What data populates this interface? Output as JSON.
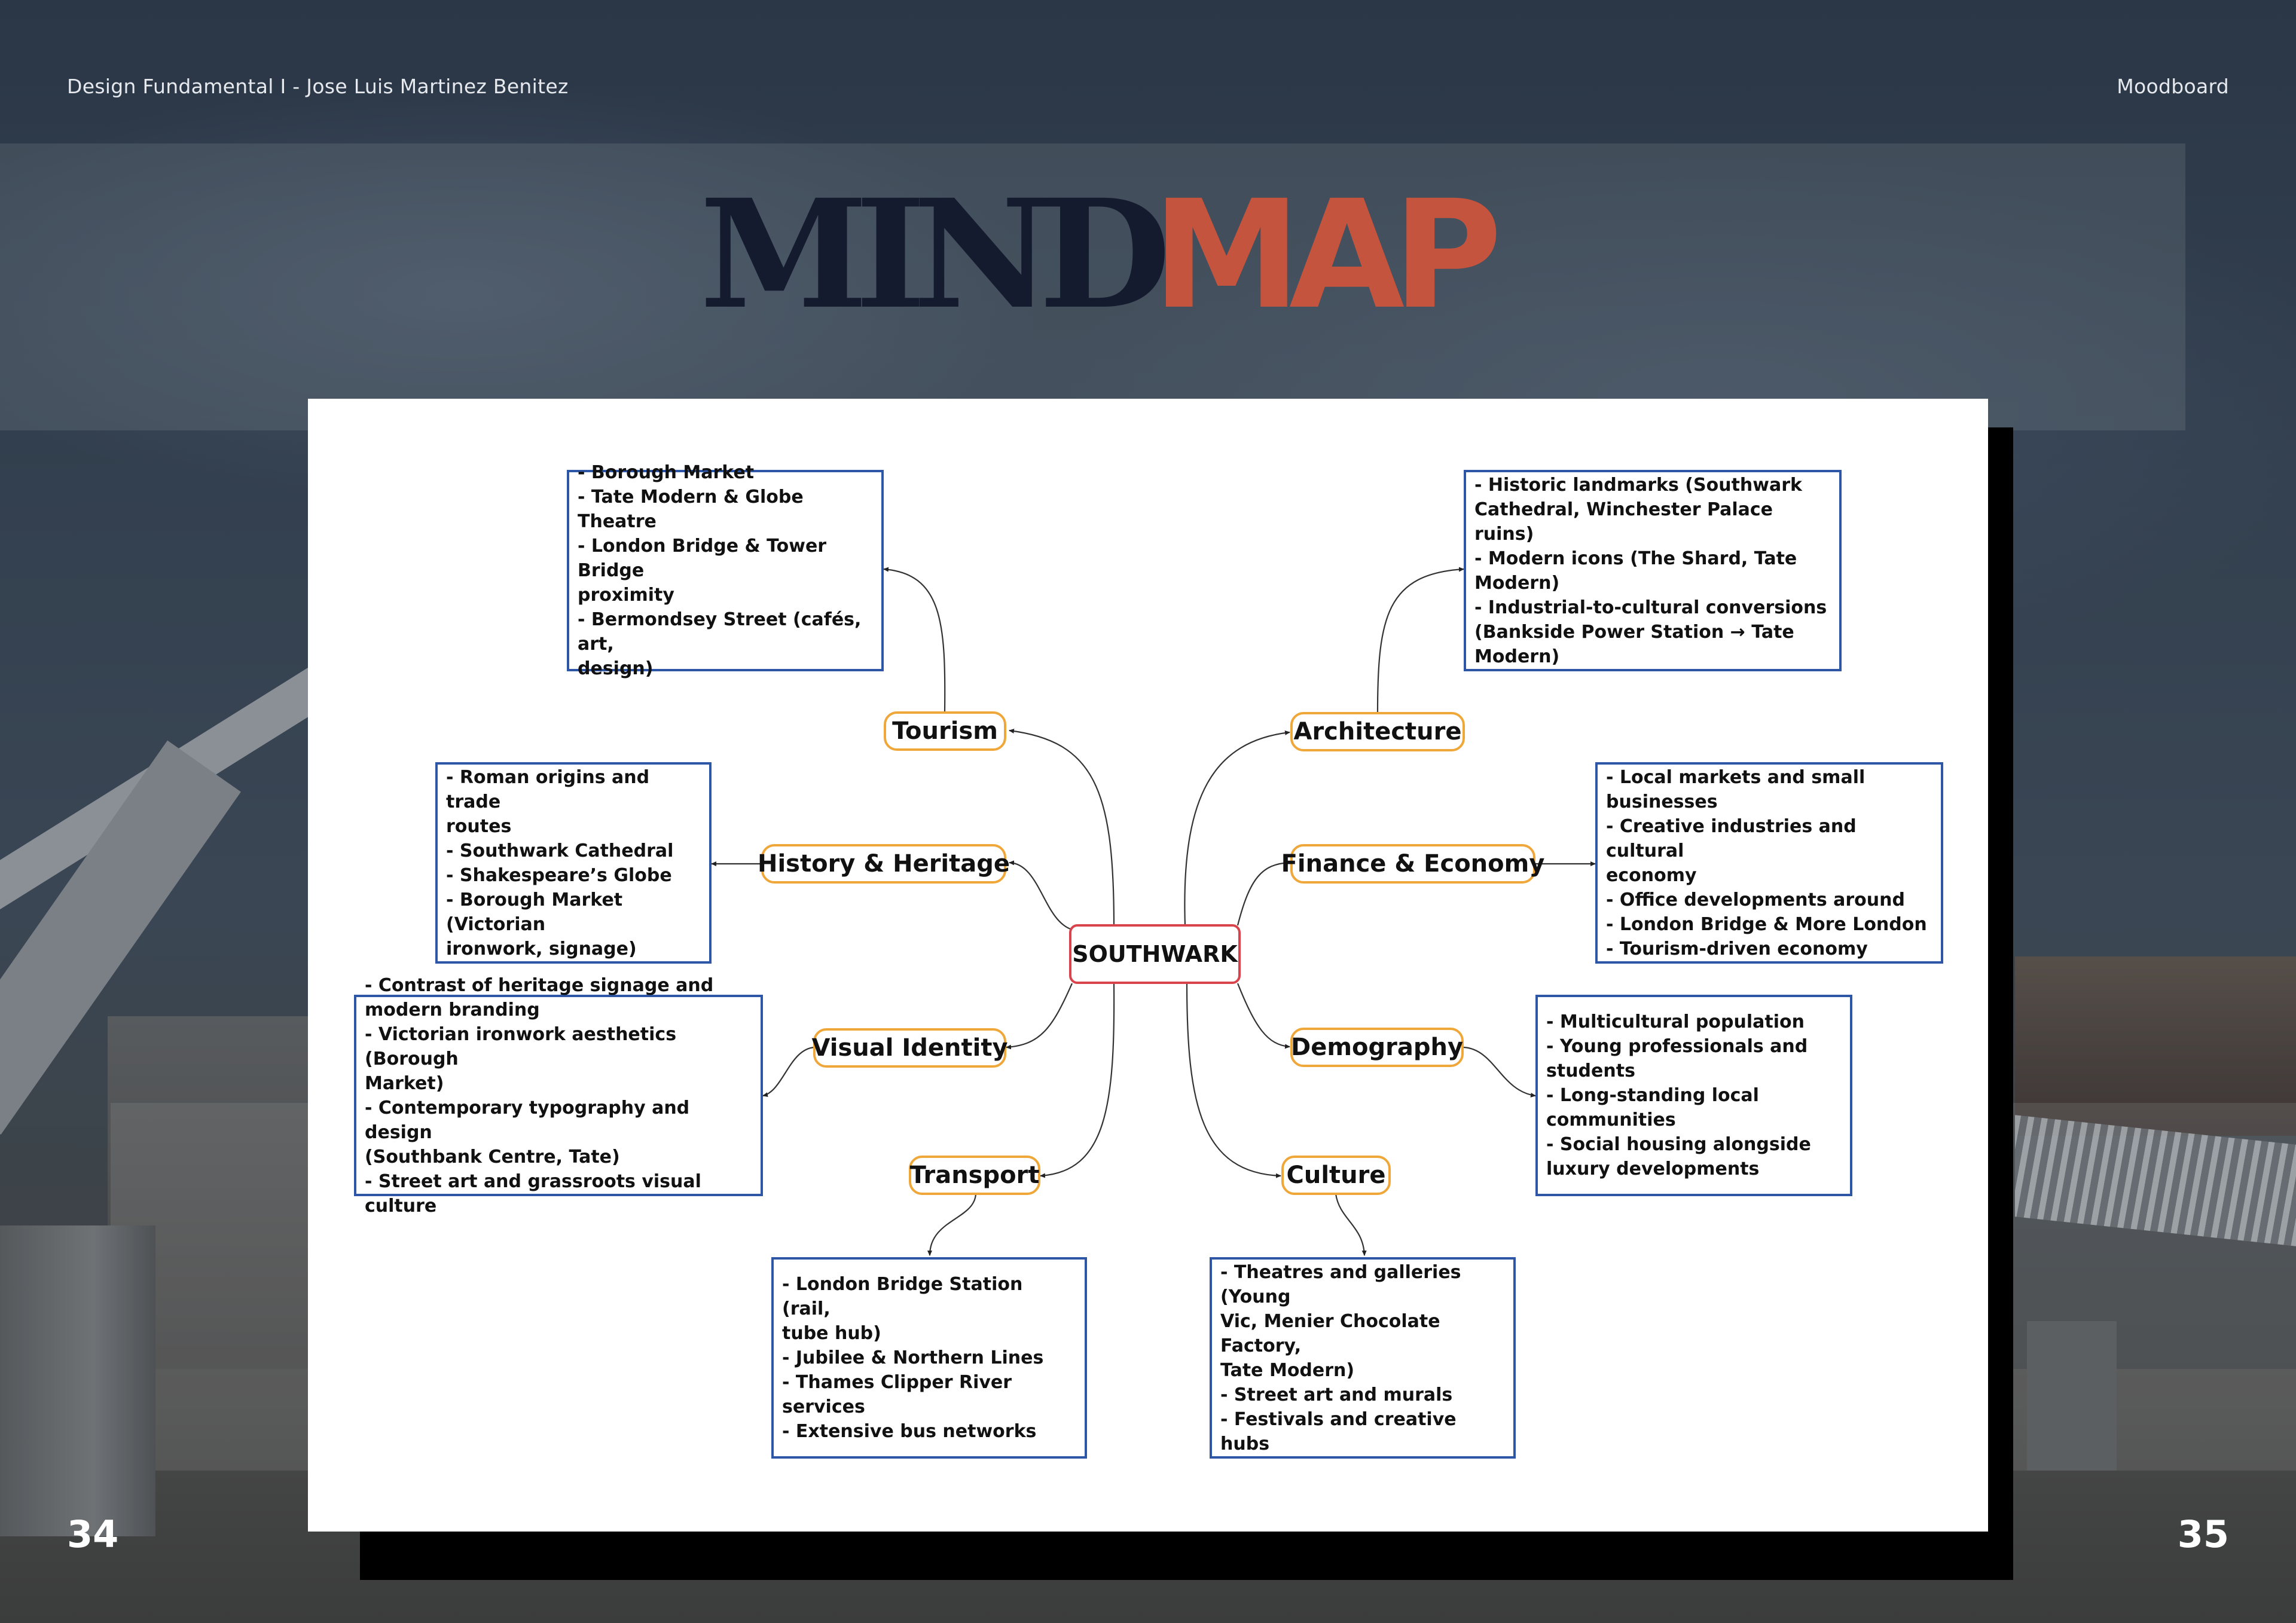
{
  "header": {
    "left": "Design Fundamental I - Jose Luis Martinez Benitez",
    "right": "Moodboard"
  },
  "title": {
    "part1": "MIND",
    "part2": "MAP"
  },
  "pages": {
    "left": "34",
    "right": "35"
  },
  "colors": {
    "title_dark": "#141b2e",
    "title_accent": "#c4543e",
    "node_border": "#f0a73a",
    "center_border": "#d9434b",
    "box_border": "#2d56a6"
  },
  "mindmap": {
    "center": "SOUTHWARK",
    "branches": {
      "tourism": {
        "label": "Tourism",
        "details": [
          "- Borough Market",
          "- Tate Modern & Globe Theatre",
          "- London Bridge & Tower Bridge",
          "proximity",
          "- Bermondsey Street (cafés, art,",
          "design)"
        ]
      },
      "architecture": {
        "label": "Architecture",
        "details": [
          "- Historic landmarks (Southwark",
          "Cathedral, Winchester Palace ruins)",
          "- Modern icons (The Shard, Tate",
          "Modern)",
          "- Industrial-to-cultural conversions",
          "(Bankside Power Station → Tate",
          "Modern)"
        ]
      },
      "history": {
        "label": "History & Heritage",
        "details": [
          "- Roman origins and trade",
          "routes",
          "- Southwark Cathedral",
          "- Shakespeare’s Globe",
          "- Borough Market (Victorian",
          "ironwork, signage)"
        ]
      },
      "finance": {
        "label": "Finance & Economy",
        "details": [
          "- Local markets and small",
          "businesses",
          "-  Creative industries and cultural",
          "economy",
          "- Office developments around",
          "- London Bridge & More London",
          "- Tourism-driven economy"
        ]
      },
      "visual": {
        "label": "Visual Identity",
        "details": [
          "- Contrast of heritage signage and",
          "modern branding",
          "- Victorian ironwork aesthetics (Borough",
          "Market)",
          "- Contemporary typography and design",
          "(Southbank Centre, Tate)",
          "- Street art and grassroots visual culture"
        ]
      },
      "demography": {
        "label": "Demography",
        "details": [
          "- Multicultural population",
          "- Young professionals and",
          "students",
          "- Long-standing local",
          "communities",
          "- Social housing alongside",
          "luxury developments"
        ]
      },
      "transport": {
        "label": "Transport",
        "details": [
          "- London Bridge Station (rail,",
          "tube hub)",
          "- Jubilee & Northern Lines",
          "- Thames Clipper River services",
          "- Extensive bus networks"
        ]
      },
      "culture": {
        "label": "Culture",
        "details": [
          "- Theatres and galleries (Young",
          "Vic, Menier Chocolate Factory,",
          "Tate Modern)",
          "- Street art and murals",
          "- Festivals and creative hubs"
        ]
      }
    }
  }
}
